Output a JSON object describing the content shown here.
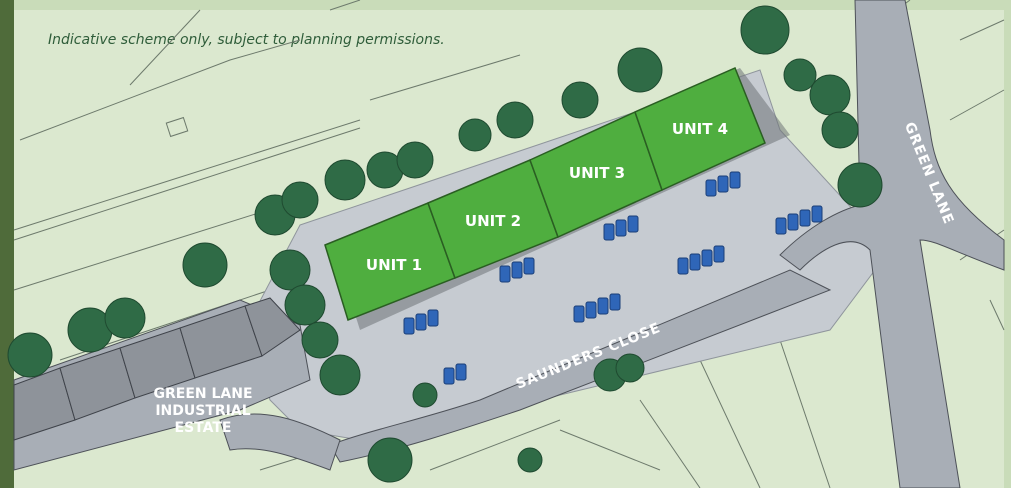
{
  "note": "Indicative scheme only, subject to planning permissions.",
  "units": [
    {
      "id": "unit-1",
      "label": "UNIT 1"
    },
    {
      "id": "unit-2",
      "label": "UNIT 2"
    },
    {
      "id": "unit-3",
      "label": "UNIT 3"
    },
    {
      "id": "unit-4",
      "label": "UNIT 4"
    }
  ],
  "roads": {
    "saunders_close": "SAUNDERS CLOSE",
    "green_lane": "GREEN LANE"
  },
  "estate": {
    "line1": "GREEN LANE",
    "line2": "INDUSTRIAL",
    "line3": "ESTATE"
  },
  "colors": {
    "background": "#dbe8cf",
    "building": "#4fae3f",
    "building_outline": "#2a5e22",
    "yard": "#c6cbd1",
    "road": "#a8aeb6",
    "tree": "#2f6b46",
    "car": "#2f66b8",
    "note_text": "#2f5d3a",
    "label_text": "#ffffff"
  }
}
